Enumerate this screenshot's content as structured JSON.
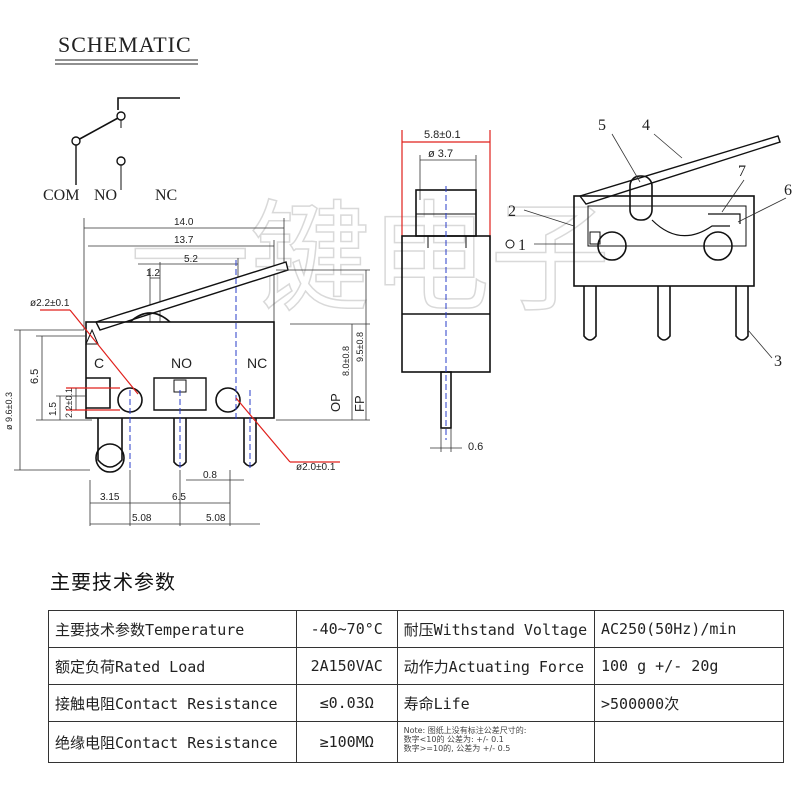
{
  "schematic": {
    "title": "SCHEMATIC",
    "terminals": [
      "COM",
      "NO",
      "NC"
    ]
  },
  "front_view": {
    "dims": {
      "overall_length": "14.0",
      "body_length": "13.7",
      "lever_offset": "5.2",
      "hole_dia": "ø2.2±0.1",
      "small_dim": "1.2",
      "overall_height": "ø 9.6±0.3",
      "height_65": "6.5",
      "height_15": "1.5",
      "height_22": "2.2±0.1",
      "op": "OP",
      "op_value": "8.0±0.8",
      "fp": "FP",
      "fp_value": "9.5±0.8",
      "pin_dia": "ø2.0±0.1",
      "pin_width": "0.8",
      "left_offset": "3.15",
      "pitch_65": "6.5",
      "pitch_left": "5.08",
      "pitch_right": "5.08"
    },
    "labels": [
      "C",
      "NO",
      "NC"
    ]
  },
  "side_view": {
    "dims": {
      "width": "5.8±0.1",
      "plunger": "ø 3.7",
      "pin": "0.6"
    }
  },
  "section_view": {
    "callouts": [
      "1",
      "2",
      "3",
      "4",
      "5",
      "6",
      "7"
    ]
  },
  "watermark": "一键电子",
  "specs": {
    "title": "主要技术参数",
    "rows": [
      [
        "主要技术参数Temperature",
        "-40~70°C",
        "耐压Withstand Voltage",
        "AC250(50Hz)/min"
      ],
      [
        "额定负荷Rated Load",
        "2A150VAC",
        "动作力Actuating Force",
        "100 g  +/- 20g"
      ],
      [
        "接触电阻Contact Resistance",
        "≤0.03Ω",
        "寿命Life",
        ">500000次"
      ],
      [
        "绝缘电阻Contact Resistance",
        "≥100MΩ",
        "",
        ""
      ]
    ],
    "note": [
      "Note: 图纸上没有标注公差尺寸的:",
      "数字<10的 公差为: +/- 0.1",
      "数字>=10的, 公差为 +/- 0.5"
    ]
  }
}
